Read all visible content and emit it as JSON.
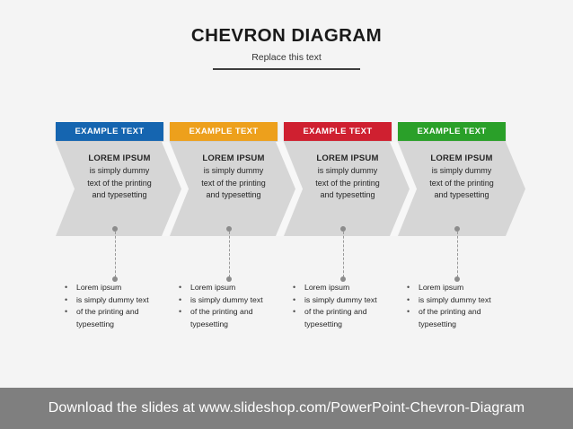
{
  "slide": {
    "title": "CHEVRON DIAGRAM",
    "subtitle": "Replace this text",
    "background_color": "#f4f4f4",
    "chevron_body_color": "#d6d6d6",
    "node_dot_color": "#8c8c8c"
  },
  "steps": [
    {
      "header_label": "EXAMPLE TEXT",
      "header_color": "#1565b0",
      "heading": "LOREM IPSUM",
      "desc_line1": "is simply dummy",
      "desc_line2": "text of the printing",
      "desc_line3": "and typesetting",
      "bullets": [
        "Lorem ipsum",
        "is simply dummy text",
        "of the printing and typesetting"
      ]
    },
    {
      "header_label": "EXAMPLE TEXT",
      "header_color": "#eda01c",
      "heading": "LOREM IPSUM",
      "desc_line1": "is simply dummy",
      "desc_line2": "text of the printing",
      "desc_line3": "and typesetting",
      "bullets": [
        "Lorem ipsum",
        "is simply dummy text",
        "of the printing and typesetting"
      ]
    },
    {
      "header_label": "EXAMPLE TEXT",
      "header_color": "#cf2030",
      "heading": "LOREM IPSUM",
      "desc_line1": "is simply dummy",
      "desc_line2": "text of the printing",
      "desc_line3": "and typesetting",
      "bullets": [
        "Lorem ipsum",
        "is simply dummy text",
        "of the printing and typesetting"
      ]
    },
    {
      "header_label": "EXAMPLE TEXT",
      "header_color": "#2aa029",
      "heading": "LOREM IPSUM",
      "desc_line1": "is simply dummy",
      "desc_line2": "text of the printing",
      "desc_line3": "and typesetting",
      "bullets": [
        "Lorem ipsum",
        "is simply dummy text",
        "of the printing and typesetting"
      ]
    }
  ],
  "bullet_marker": "•",
  "footer": {
    "text": "Download the slides at www.slideshop.com/PowerPoint-Chevron-Diagram",
    "background_color": "#7f7f7f",
    "text_color": "#ffffff"
  }
}
